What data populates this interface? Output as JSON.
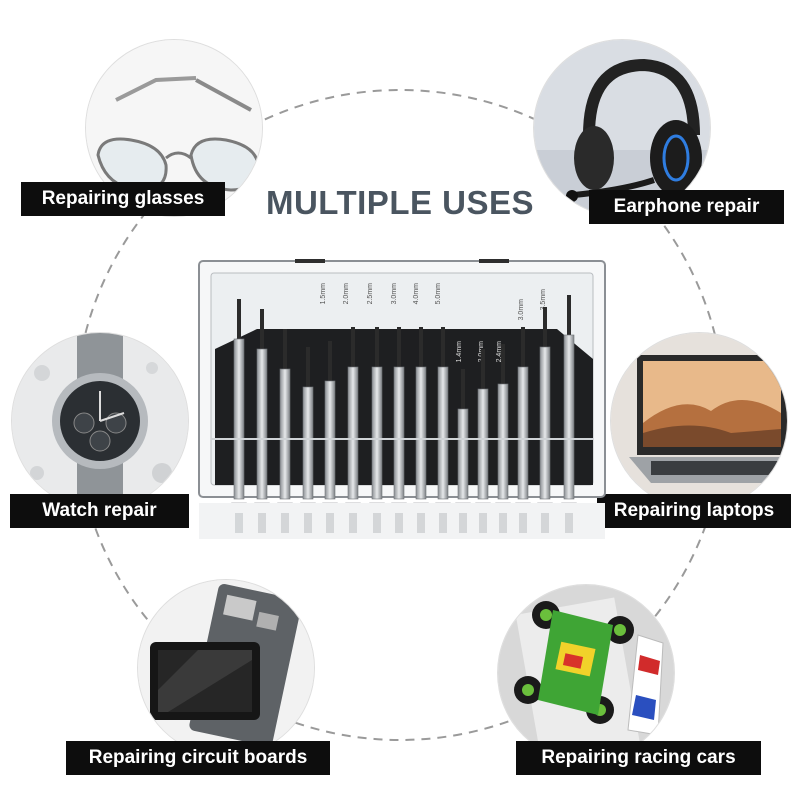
{
  "heading": "MULTIPLE USES",
  "colors": {
    "ring": "#9a9a9a",
    "title": "#4a5560",
    "label_bg": "#0d0d0d",
    "label_text": "#ffffff"
  },
  "uses": [
    {
      "id": "glasses",
      "label": "Repairing glasses",
      "icon": "eyeglasses-icon"
    },
    {
      "id": "earphone",
      "label": "Earphone repair",
      "icon": "headset-icon"
    },
    {
      "id": "watch",
      "label": "Watch repair",
      "icon": "wristwatch-icon"
    },
    {
      "id": "laptop",
      "label": "Repairing laptops",
      "icon": "laptop-icon"
    },
    {
      "id": "circuit",
      "label": "Repairing circuit boards",
      "icon": "circuit-board-icon"
    },
    {
      "id": "racing",
      "label": "Repairing racing cars",
      "icon": "racing-car-icon"
    }
  ],
  "screwdriver_sizes": [
    "1.5mm",
    "2.0mm",
    "2.5mm",
    "3.0mm",
    "4.0mm",
    "5.0mm",
    "1.4mm",
    "2.0mm",
    "2.4mm",
    "3.0mm",
    "3.5mm"
  ]
}
